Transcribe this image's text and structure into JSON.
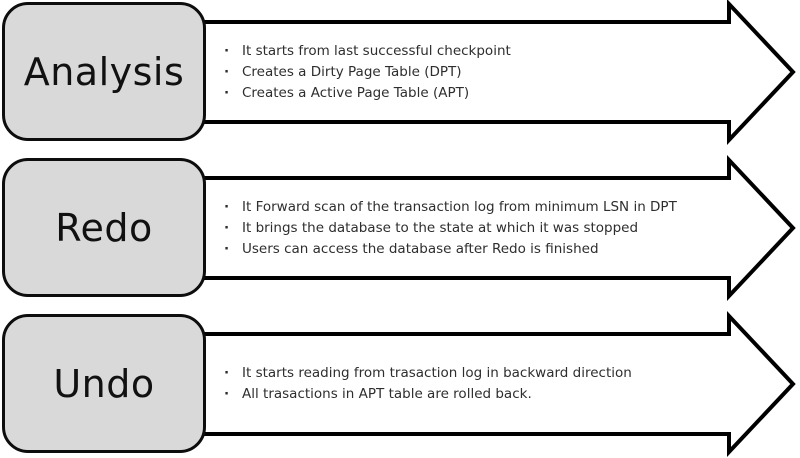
{
  "diagram": {
    "bullet_char": "·",
    "phases": [
      {
        "label": "Analysis",
        "bullets": [
          "It starts from last successful checkpoint",
          "Creates a Dirty Page Table (DPT)",
          "Creates a Active Page Table (APT)"
        ]
      },
      {
        "label": "Redo",
        "bullets": [
          "It Forward scan of the transaction log from minimum LSN in DPT",
          "It brings the database to the state at which it was stopped",
          "Users can access the database after Redo is finished"
        ]
      },
      {
        "label": "Undo",
        "bullets": [
          "It starts reading from trasaction log in backward direction",
          "All trasactions in APT table are rolled back."
        ]
      }
    ],
    "colors": {
      "box_fill": "#d9d9d9",
      "box_border": "#0d0d0d",
      "arrow_fill": "#ffffff",
      "arrow_stroke": "#000000",
      "text": "#2e2e2e"
    }
  }
}
